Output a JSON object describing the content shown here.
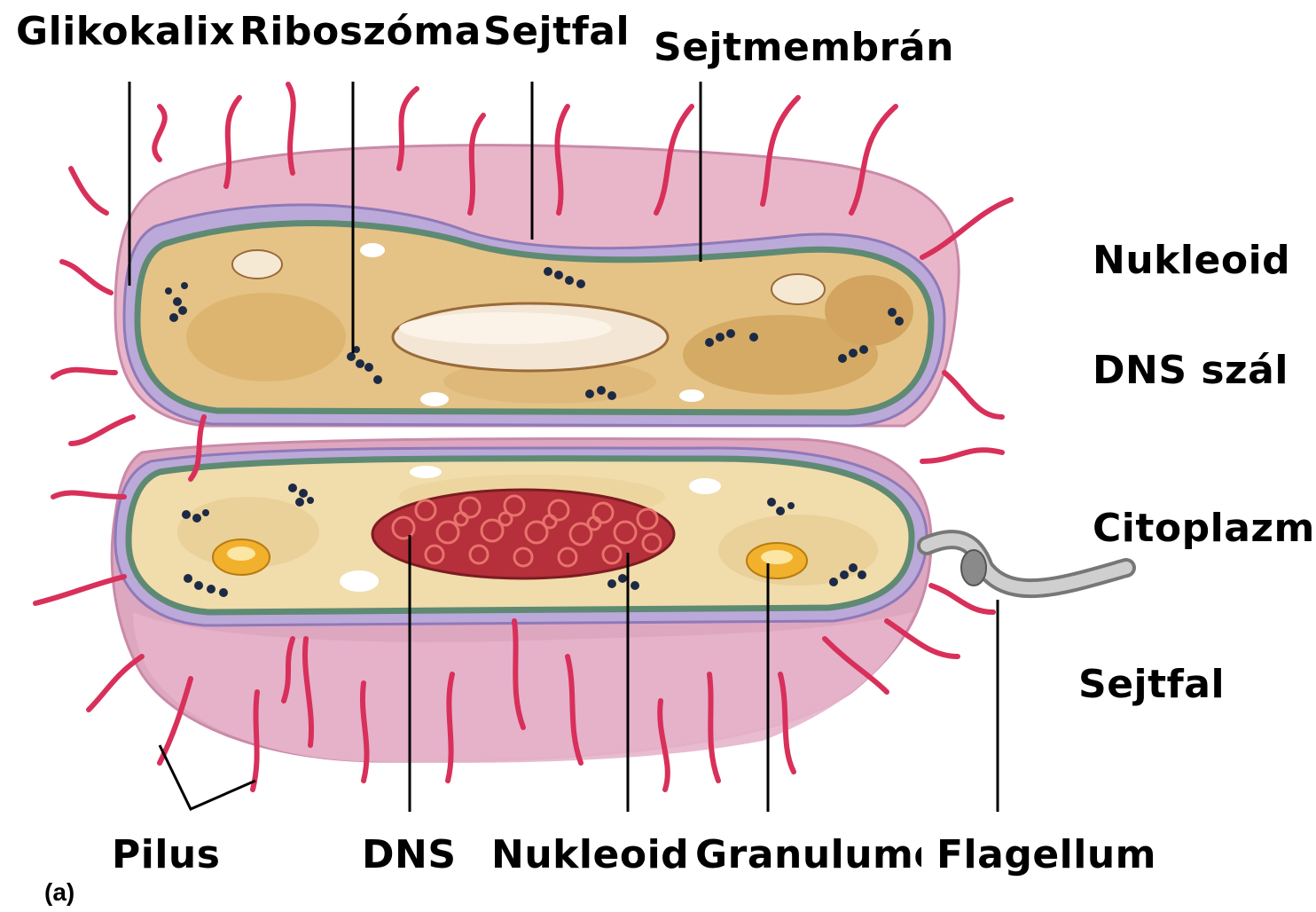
{
  "labels": {
    "top": [
      "Glikokalix",
      "Riboszóma",
      "Sejtfal",
      "Sejtmembrán"
    ],
    "right": [
      "Nukleoid",
      "DNS szál",
      "Citoplazma",
      "Sejtfal"
    ],
    "bottom": [
      "Pilus",
      "DNS",
      "Nukleoid",
      "Granulumok",
      "Flagellum"
    ]
  },
  "panel_label": "(a)",
  "colors": {
    "capsule": "#e7b3c6",
    "capsule_dark": "#c98aa8",
    "cell_wall": "#b6a7d6",
    "membrane": "#5f8a74",
    "cytoplasm_top": "#e3c07f",
    "cytoplasm_bottom": "#f0dca8",
    "nucleoid": "#c9393f",
    "ribosome": "#1d2a45",
    "granule": "#f2b12c",
    "pili": "#d8305a",
    "flagellum": "#a9a9a9"
  }
}
